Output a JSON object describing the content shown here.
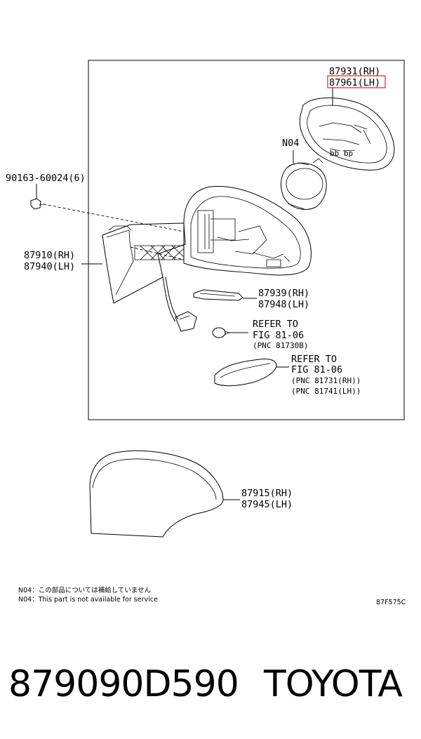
{
  "labels": {
    "glass_rh": "87931(RH)",
    "glass_lh": "87961(LH)",
    "motor": "N04",
    "screw": "90163-60024(6)",
    "mirror_rh": "87910(RH)",
    "mirror_lh": "87940(LH)",
    "lamp_rh": "87939(RH)",
    "lamp_lh": "87948(LH)",
    "refer1_a": "REFER TO",
    "refer1_b": "FIG 81-06",
    "refer1_c": "(PNC 81730B)",
    "refer2_a": "REFER TO",
    "refer2_b": "FIG 81-06",
    "refer2_c": "(PNC 81731(RH))",
    "refer2_d": "(PNC 81741(LH))",
    "cover_rh": "87915(RH)",
    "cover_lh": "87945(LH)"
  },
  "notes": {
    "jp": "N04：この部品については補給していません",
    "en": "N04：This part is not available for service",
    "code": "87F575C"
  },
  "footer": {
    "part_number": "879090D590",
    "brand": "TOYOTA"
  },
  "colors": {
    "highlight": "#e03131"
  }
}
